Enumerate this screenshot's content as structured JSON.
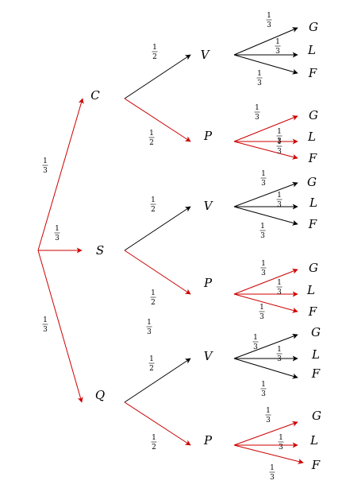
{
  "colors": {
    "highlight": "#cc0000",
    "normal": "#000000"
  },
  "first_level": [
    {
      "label": "C",
      "prob": "1/3",
      "highlighted": true
    },
    {
      "label": "S",
      "prob": "1/3",
      "highlighted": true
    },
    {
      "label": "Q",
      "prob": "1/3",
      "highlighted": true
    }
  ],
  "second_level": [
    {
      "parent": "C",
      "label": "V",
      "prob": "1/2",
      "highlighted": false
    },
    {
      "parent": "C",
      "label": "P",
      "prob": "1/2",
      "highlighted": true
    },
    {
      "parent": "S",
      "label": "V",
      "prob": "1/2",
      "highlighted": false
    },
    {
      "parent": "S",
      "label": "P",
      "prob": "1/2",
      "highlighted": true
    },
    {
      "parent": "Q",
      "label": "V",
      "prob": "1/2",
      "highlighted": false
    },
    {
      "parent": "Q",
      "label": "P",
      "prob": "1/2",
      "highlighted": true
    }
  ],
  "third_level_labels": [
    "G",
    "L",
    "F"
  ],
  "third_level_prob": "1/3",
  "stray_label": "1/3"
}
